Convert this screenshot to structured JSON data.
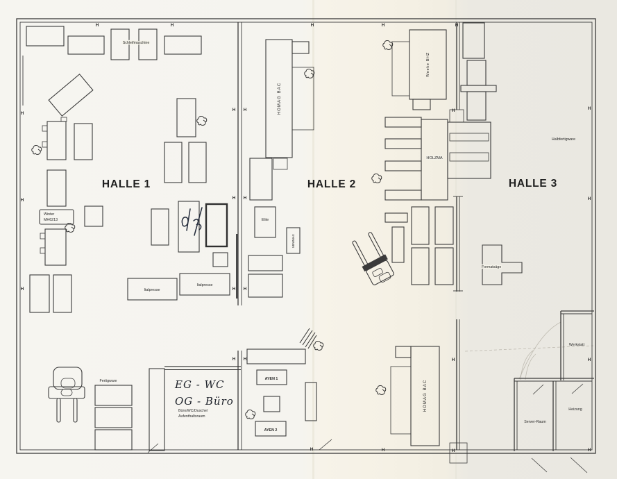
{
  "plan": {
    "halls": {
      "h1": "HALLE 1",
      "h2": "HALLE 2",
      "h3": "HALLE 3"
    },
    "zones": {
      "halbfertigware": "Halbfertigware",
      "fertigware": "Fertigware"
    },
    "machines": {
      "schleifmaschine": "Schleifmaschine",
      "homag_bac_top": "HOMAG BAC",
      "homag_bac_bottom": "HOMAG BAC",
      "weeke_bhz": "Weeke BHZ",
      "holzma": "HOLZMA",
      "winter_l1": "Winter",
      "winter_l2": "MH6213",
      "elite": "Elite",
      "minimax": "MINIMAX",
      "italpresse_a": "Italpresse",
      "italpresse_b": "Italpresse",
      "formatsaege": "Formatsäge",
      "ayen_1": "AYEN 1",
      "ayen_2": "AYEN 2"
    },
    "rooms": {
      "office_hand_l1": "EG - WC",
      "office_hand_l2": "OG - Büro",
      "office_print_l1": "Büro/WC/Dusche/",
      "office_print_l2": "Aufenthaltsraum",
      "werkstatt": "Werkstatt",
      "server_raum": "Server-Raum",
      "heizung": "Heizung"
    },
    "markers": {
      "wall": "H"
    }
  }
}
